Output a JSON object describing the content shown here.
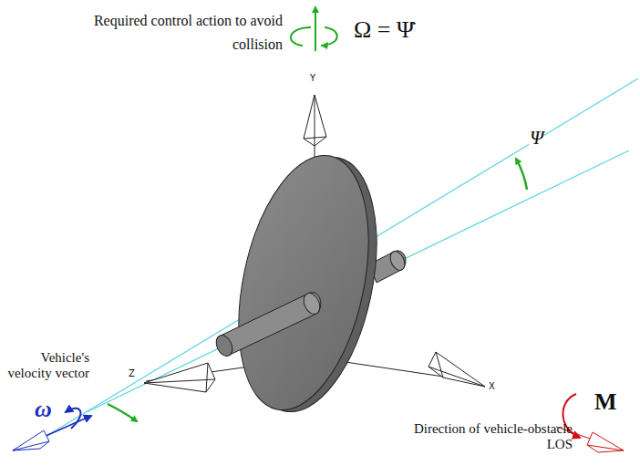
{
  "diagram": {
    "labels": [
      "Required control action to avoid collision",
      "Ω = Ψ̇",
      "Y",
      "Z",
      "X",
      "Ψ",
      "Vehicle's velocity vector",
      "ω",
      "M",
      "Direction of vehicle-obstacle LOS"
    ]
  }
}
